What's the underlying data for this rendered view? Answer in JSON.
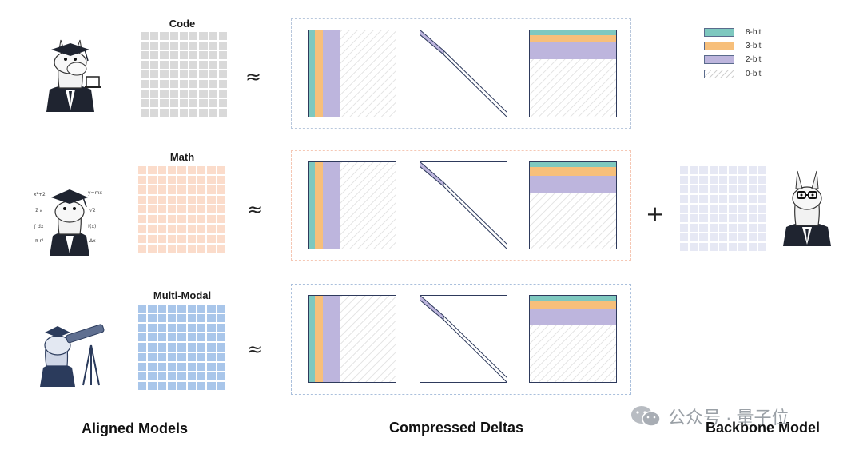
{
  "models": [
    {
      "title": "Code",
      "grid_fill": "#d9d9d9",
      "grid_bg": "#ffffff",
      "box_border": "#b8c7dc"
    },
    {
      "title": "Math",
      "grid_fill": "#fbdccb",
      "grid_bg": "#ffffff",
      "box_border": "#f5c7b4"
    },
    {
      "title": "Multi-Modal",
      "grid_fill": "#a9c6ea",
      "grid_bg": "#ffffff",
      "box_border": "#a9bfdc"
    }
  ],
  "approx_symbol": "≈",
  "plus_symbol": "+",
  "legend": [
    {
      "label": "8-bit",
      "color": "#7ec8bf"
    },
    {
      "label": "3-bit",
      "color": "#f7bf7a"
    },
    {
      "label": "2-bit",
      "color": "#bdb5dd"
    },
    {
      "label": "0-bit",
      "color": "hatch"
    }
  ],
  "colors": {
    "bit8": "#7ec8bf",
    "bit3": "#f7bf7a",
    "bit2": "#bdb5dd",
    "backbone_grid": "#e6e8f4"
  },
  "labels": {
    "aligned_models": "Aligned Models",
    "compressed_deltas": "Compressed Deltas",
    "backbone_model": "Backbone Model"
  },
  "watermark": {
    "text": "公众号 · 量子位",
    "icon": "wechat-icon"
  },
  "avatars": [
    "llama-graduate-laptop-icon",
    "llama-mathematician-icon",
    "llama-telescope-icon",
    "llama-glasses-backbone-icon"
  ]
}
